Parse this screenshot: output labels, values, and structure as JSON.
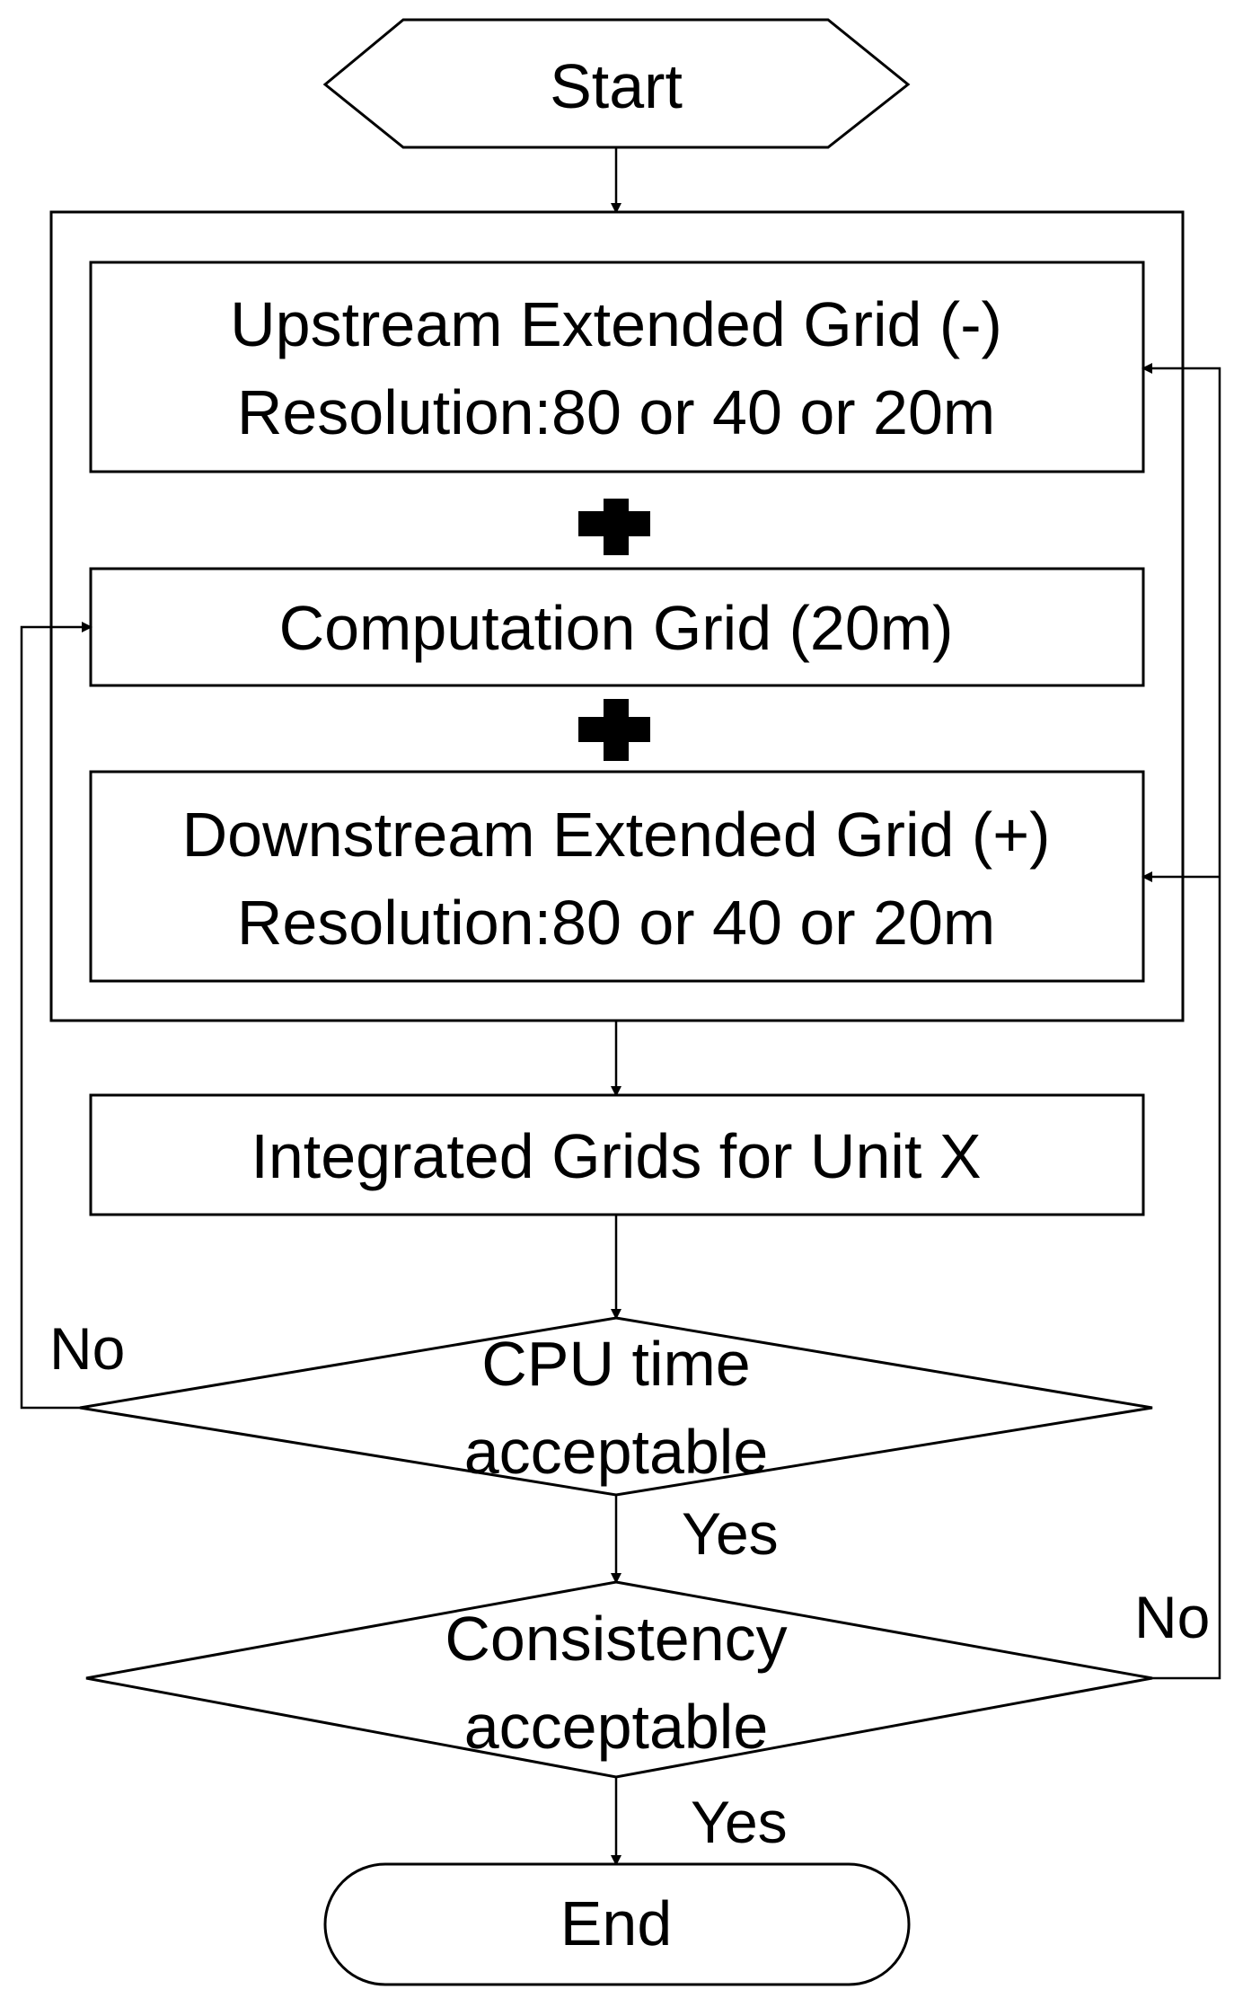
{
  "nodes": {
    "start": "Start",
    "upstream": {
      "line1": "Upstream Extended Grid (-)",
      "line2": "Resolution:80 or 40 or 20m"
    },
    "computation": "Computation Grid (20m)",
    "downstream": {
      "line1": "Downstream Extended Grid (+)",
      "line2": "Resolution:80 or 40 or 20m"
    },
    "integrated": "Integrated Grids for Unit X",
    "cpu_decision": {
      "line1": "CPU time",
      "line2": "acceptable"
    },
    "consistency_decision": {
      "line1": "Consistency",
      "line2": "acceptable"
    },
    "end": "End"
  },
  "edges": {
    "cpu_no": "No",
    "cpu_yes": "Yes",
    "consistency_no": "No",
    "consistency_yes": "Yes"
  },
  "icons": {
    "combine_1": "plus-icon",
    "combine_2": "plus-icon"
  }
}
